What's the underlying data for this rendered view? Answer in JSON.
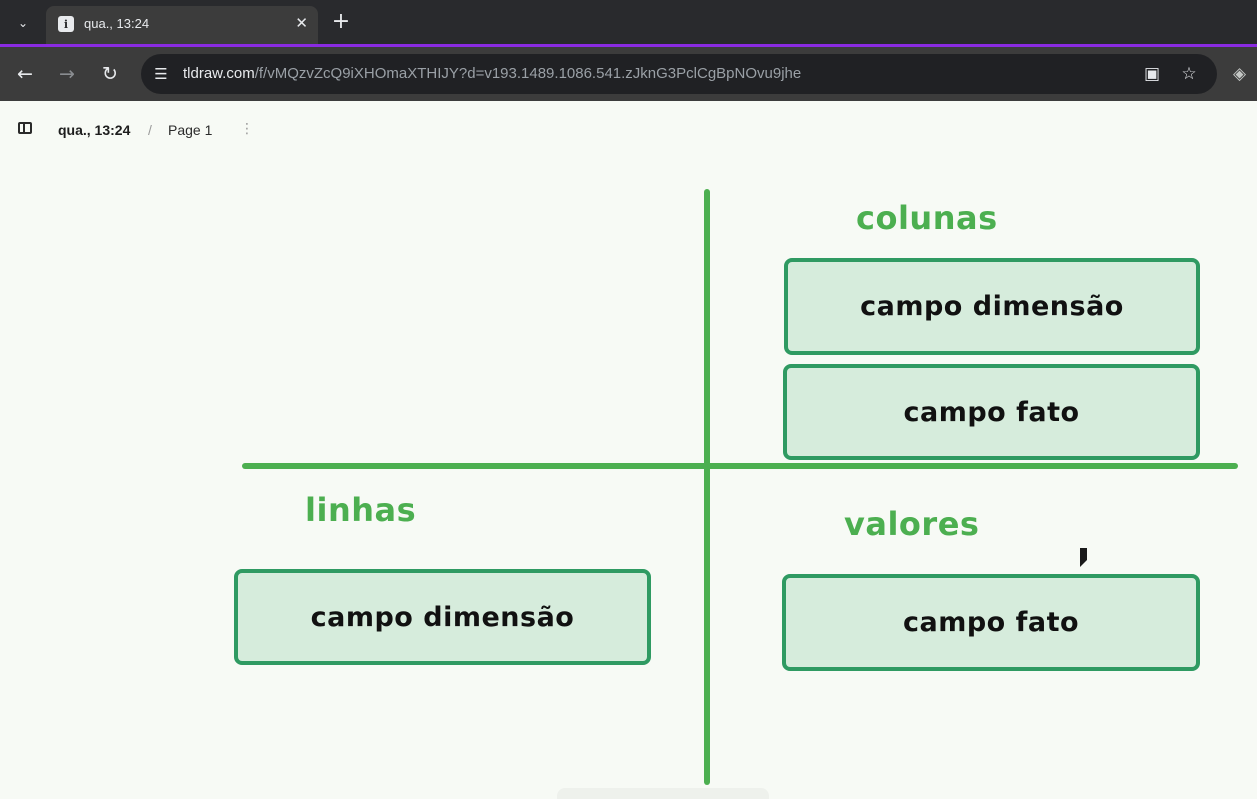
{
  "browser": {
    "tab": {
      "title": "qua., 13:24",
      "favicon": "tldraw-favicon-icon",
      "close_glyph": "✕"
    },
    "new_tab_glyph": "+",
    "tab_dropdown_glyph": "⌄",
    "url": {
      "domain": "tldraw.com",
      "path": "/f/vMQzvZcQ9iXHOmaXTHIJY?d=v193.1489.1086.541.zJknG3PclCgBpNOvu9jhe"
    },
    "accent_color": "#8a2be2"
  },
  "app": {
    "document_title": "qua., 13:24",
    "separator": "/",
    "page_name": "Page 1",
    "page_menu_glyph": "⋮"
  },
  "canvas": {
    "stroke_color": "#4caf50",
    "box_border_color": "#2f9a62",
    "box_fill_color": "#d6ecdc",
    "labels": {
      "columns": "colunas",
      "rows": "linhas",
      "values": "valores"
    },
    "fields": {
      "columns_dimension": "campo dimensão",
      "columns_fact": "campo fato",
      "rows_dimension": "campo dimensão",
      "values_fact": "campo fato"
    }
  }
}
